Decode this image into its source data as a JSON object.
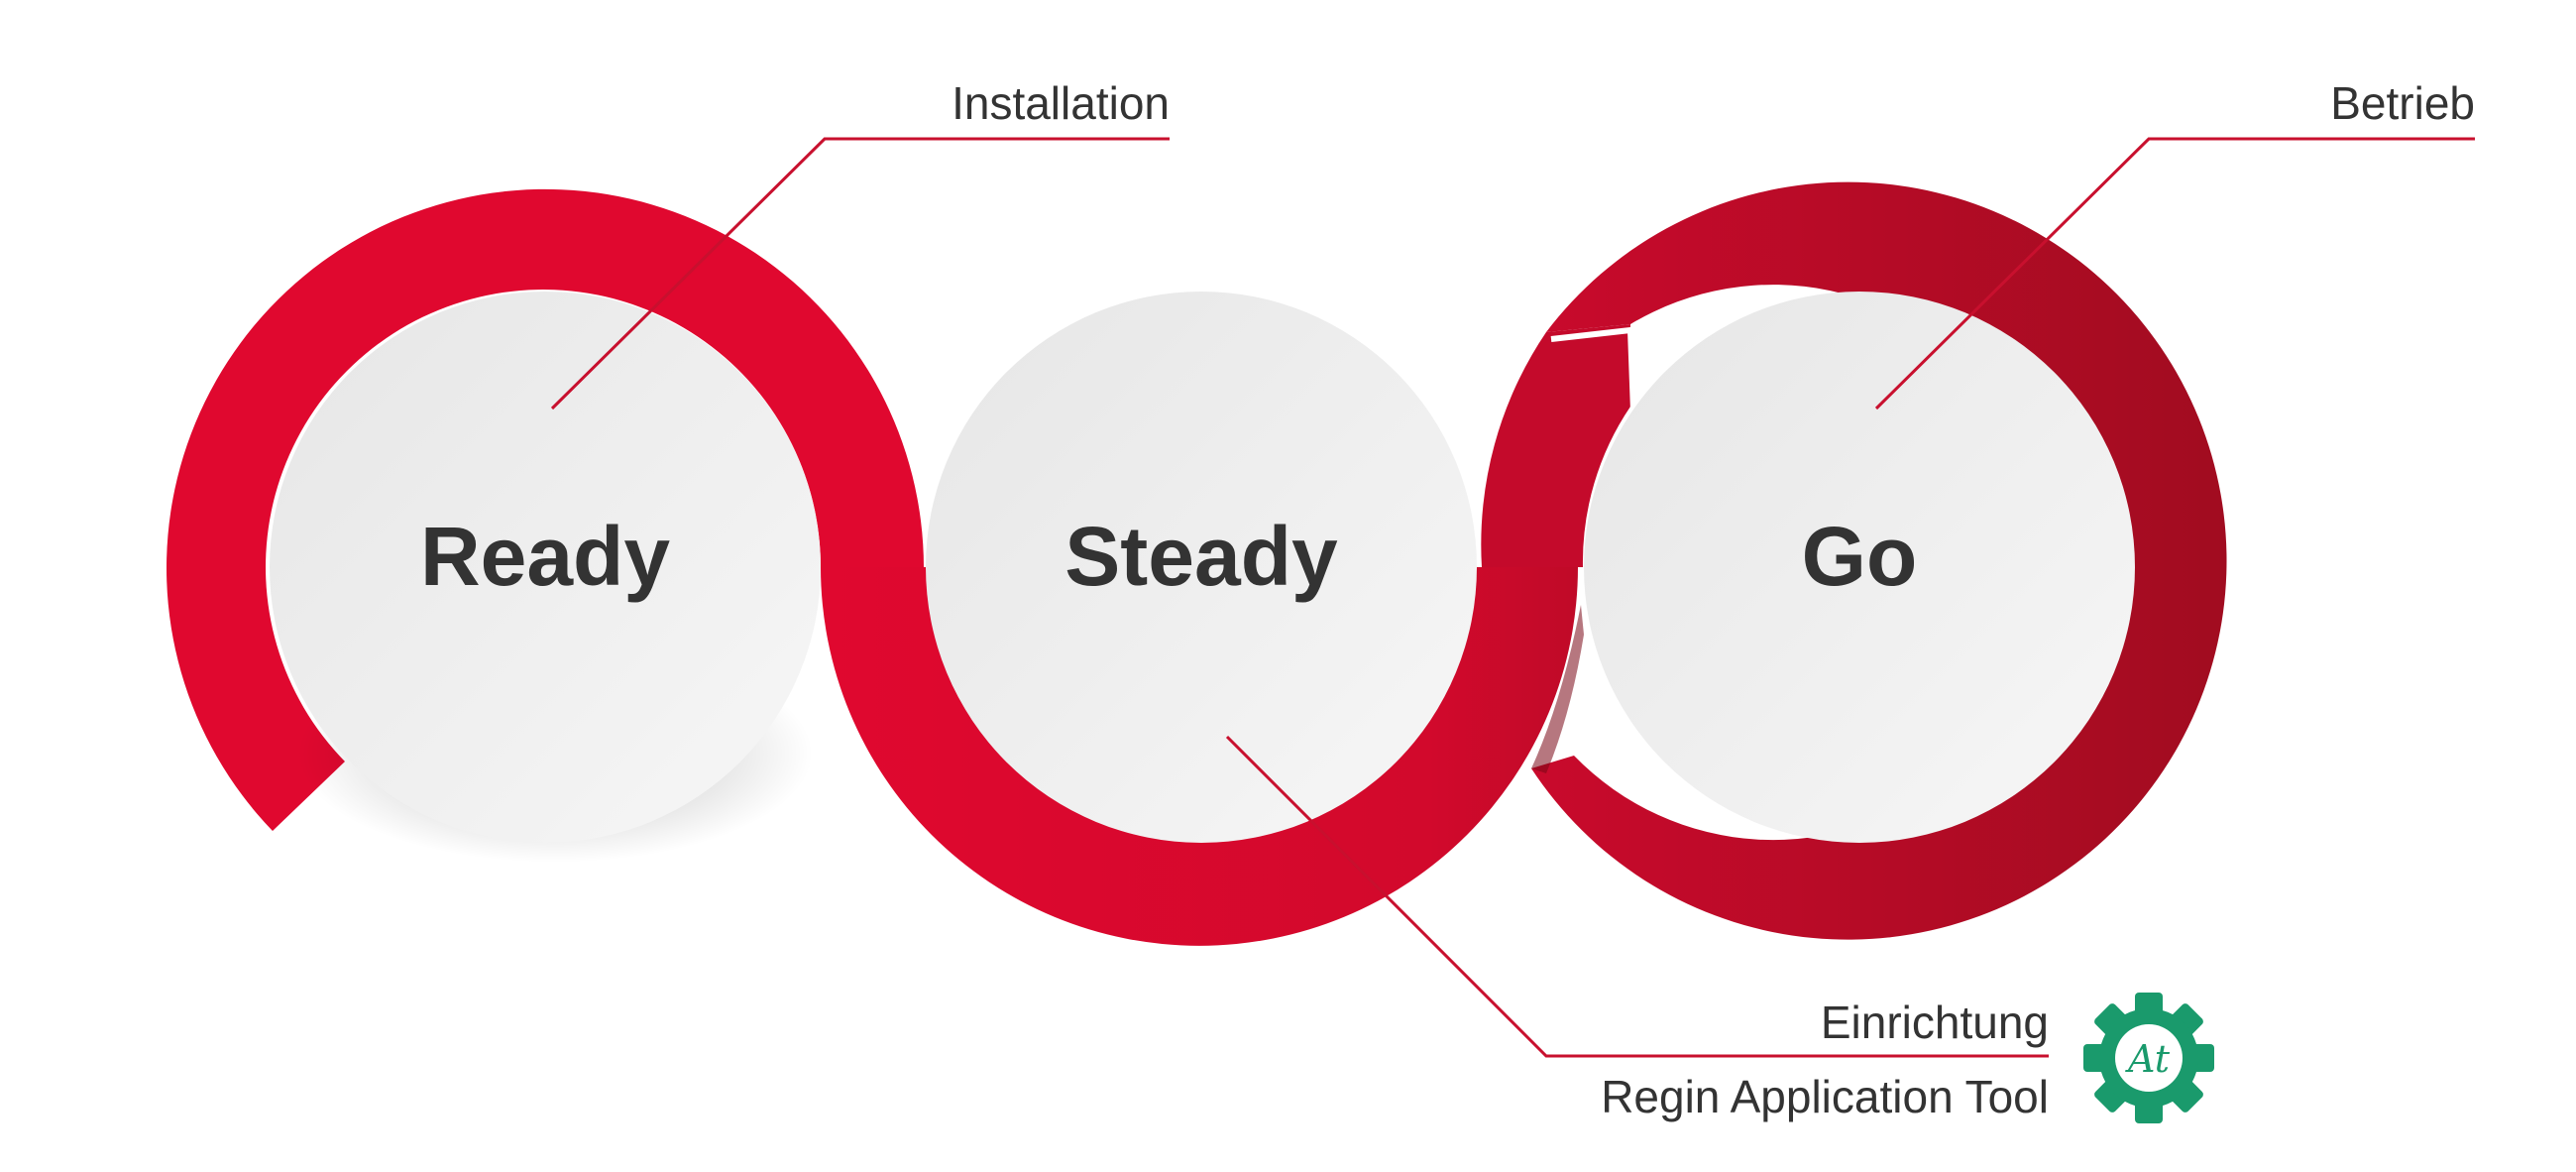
{
  "steps": [
    {
      "label": "Ready"
    },
    {
      "label": "Steady"
    },
    {
      "label": "Go"
    }
  ],
  "callouts": {
    "installation": "Installation",
    "betrieb": "Betrieb",
    "einrichtung": "Einrichtung",
    "tool": "Regin Application Tool"
  },
  "logo": {
    "text": "At",
    "color": "#1a9a6c",
    "icon": "gear-logo-icon"
  },
  "colors": {
    "ring_red": "#e0082f",
    "ring_dark": "#a50d22",
    "leader_line": "#c8102e",
    "disc": "#ececec",
    "text": "#333333"
  }
}
